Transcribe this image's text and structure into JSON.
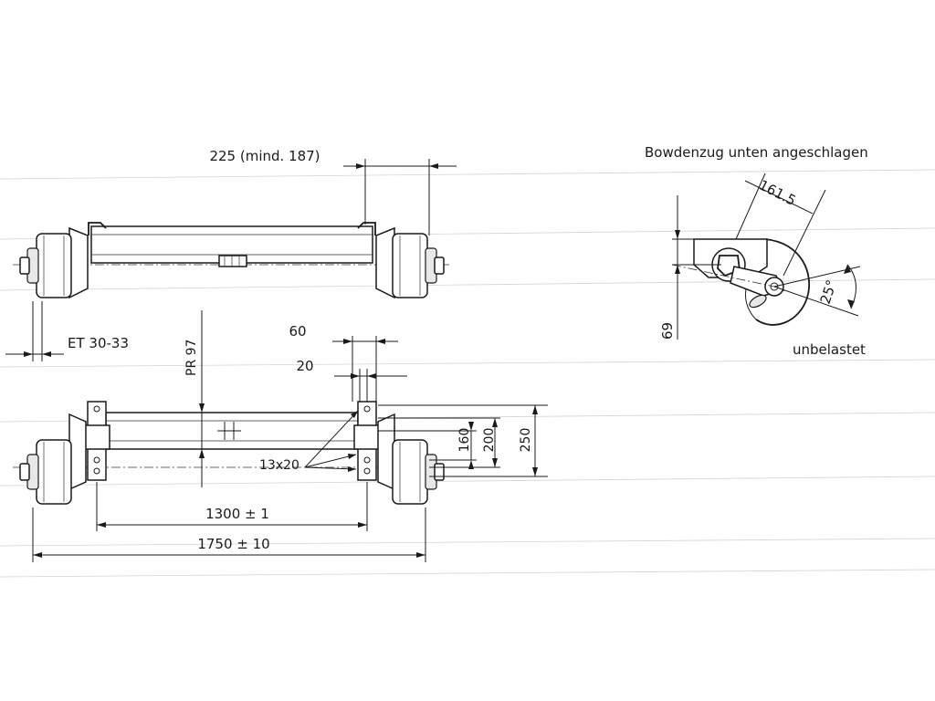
{
  "labels": {
    "bowden_note": "Bowdenzug unten angeschlagen",
    "top_width": "225 (mind. 187)",
    "offset": "ET 30-33",
    "pr": "PR 97",
    "dim_60": "60",
    "dim_20": "20",
    "hole_spec": "13x20",
    "dim_160": "160",
    "dim_200": "200",
    "dim_250": "250",
    "track_1300": "1300 ± 1",
    "overall_1750": "1750 ± 10",
    "side_161_5": "161.5",
    "angle_25": "25°",
    "height_69": "69",
    "unloaded": "unbelastet"
  }
}
